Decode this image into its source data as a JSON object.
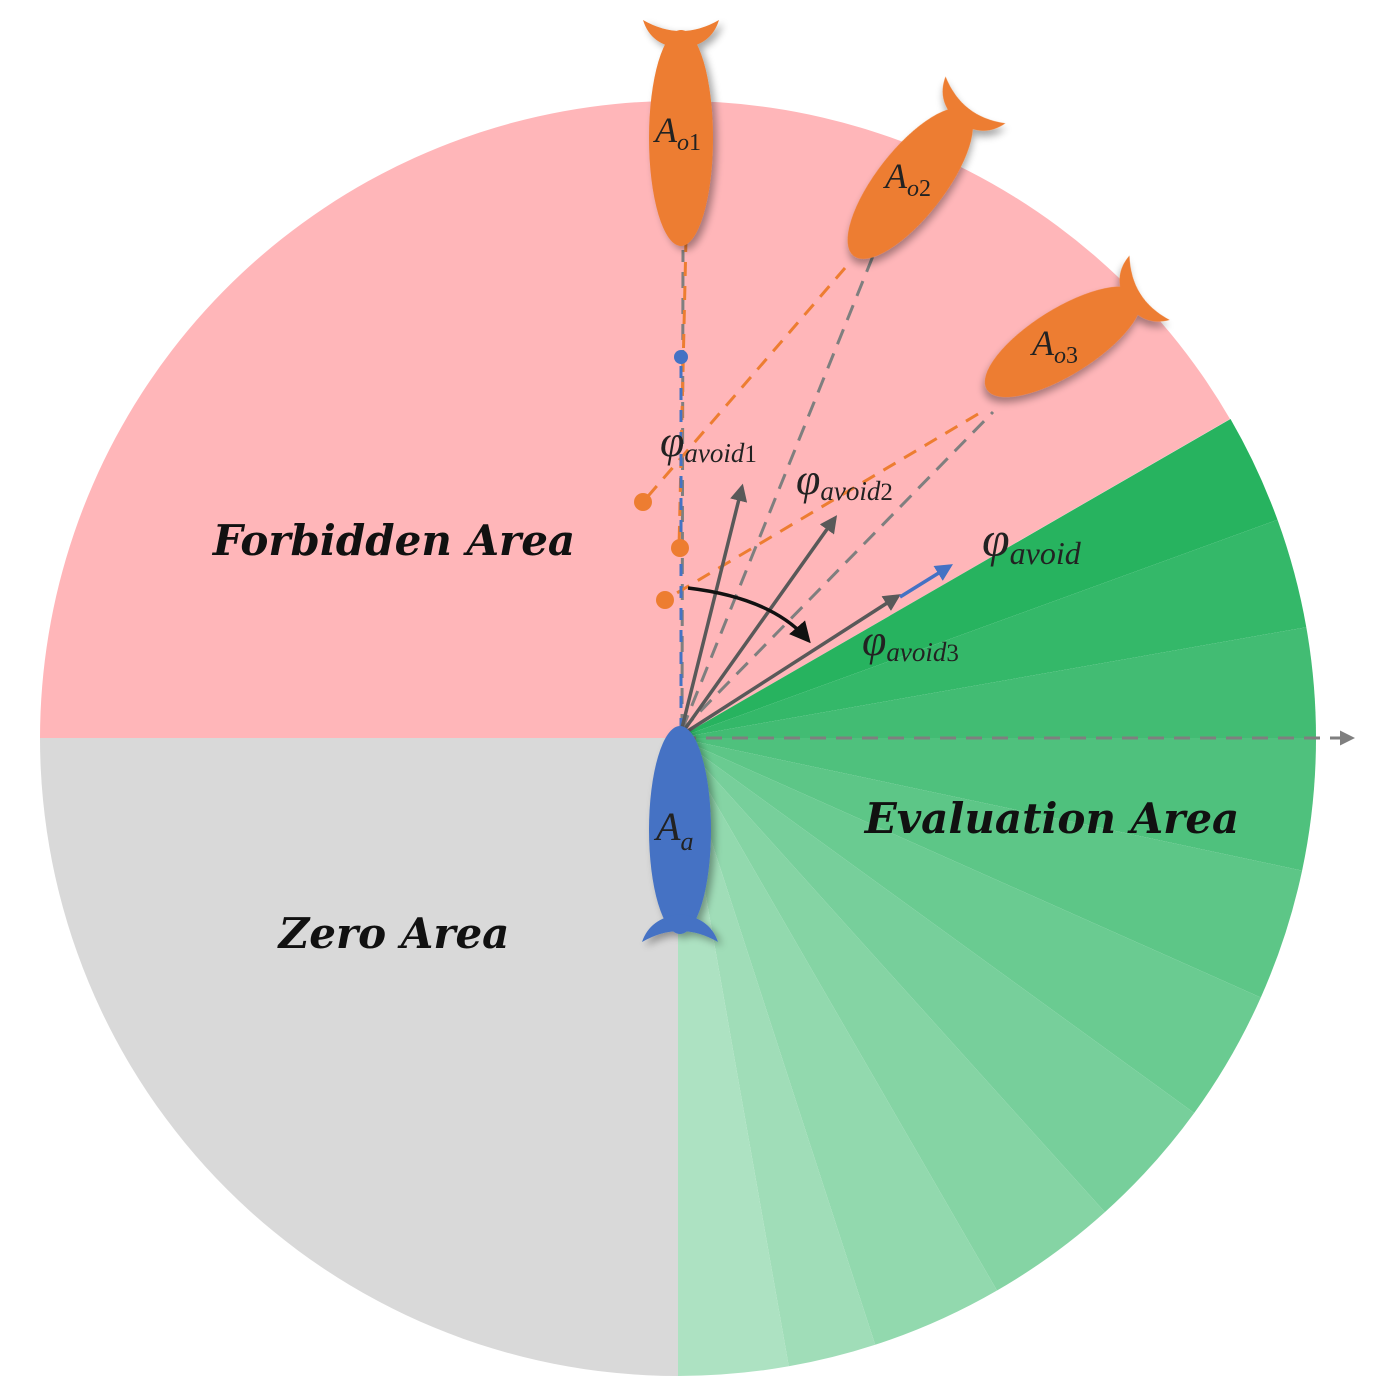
{
  "areas": {
    "forbidden": "Forbidden Area",
    "evaluation": "Evaluation Area",
    "zero": "Zero Area"
  },
  "agent": {
    "symbol": "A",
    "subscript": "a",
    "color": "#4472c4"
  },
  "obstacles": [
    {
      "symbol": "A",
      "subscript": "o",
      "index": "1"
    },
    {
      "symbol": "A",
      "subscript": "o",
      "index": "2"
    },
    {
      "symbol": "A",
      "subscript": "o",
      "index": "3"
    }
  ],
  "angles": {
    "phi": "φ",
    "avoid": "avoid",
    "avoid_1_index": "1",
    "avoid_2_index": "2",
    "avoid_3_index": "3"
  },
  "colors": {
    "forbidden": "#ffb6b9",
    "zero": "#d9d9d9",
    "evaluation": "#27b35f",
    "obstacle": "#ed7d31",
    "dashed_gray": "#7f7f7f",
    "vector_arrow": "#595959"
  }
}
